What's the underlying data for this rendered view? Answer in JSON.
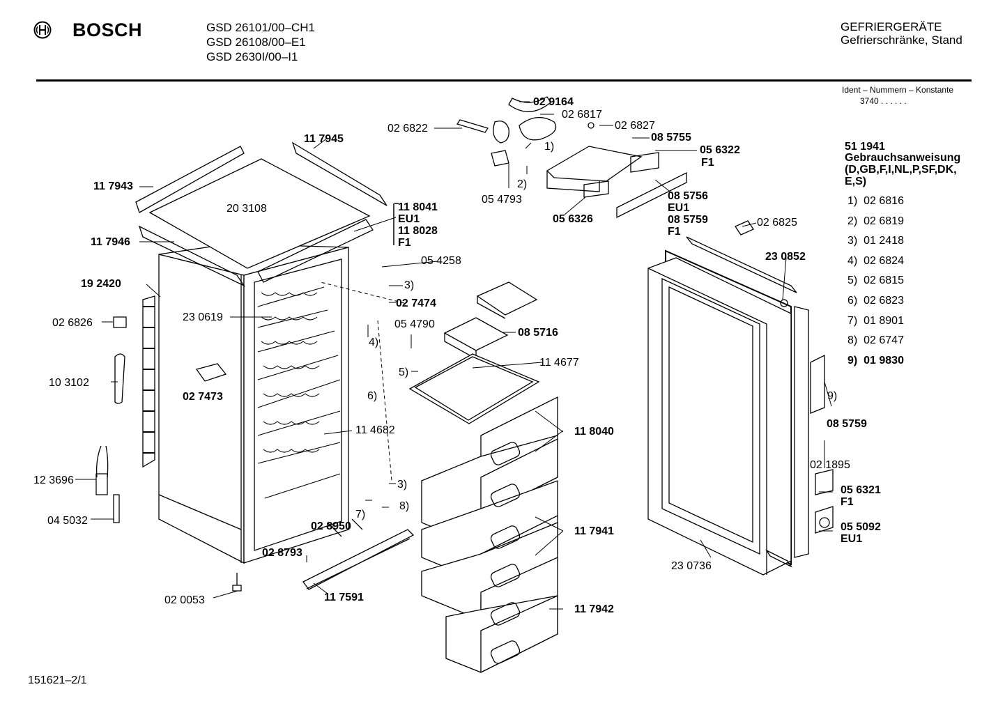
{
  "header": {
    "brand": "BOSCH",
    "models": [
      "GSD 26101/00–CH1",
      "GSD 26108/00–E1",
      "GSD 2630I/00–I1"
    ],
    "category": "GEFRIERGERÄTE",
    "subcategory": "Gefrierschränke, Stand"
  },
  "ident": {
    "title": "Ident – Nummern – Konstante",
    "value": "3740 . . . . . ."
  },
  "manual": {
    "number": "51 1941",
    "title": "Gebrauchsanweisung",
    "languages": "(D,GB,F,I,NL,P,SF,DK,",
    "languages2": "E,S)"
  },
  "small_parts": [
    {
      "n": "1)",
      "code": "02 6816"
    },
    {
      "n": "2)",
      "code": "02 6819"
    },
    {
      "n": "3)",
      "code": "01 2418"
    },
    {
      "n": "4)",
      "code": "02 6824"
    },
    {
      "n": "5)",
      "code": "02 6815"
    },
    {
      "n": "6)",
      "code": "02 6823"
    },
    {
      "n": "7)",
      "code": "01 8901"
    },
    {
      "n": "8)",
      "code": "02 6747"
    },
    {
      "n": "9)",
      "code": "01 9830"
    }
  ],
  "labels": {
    "p029164": "02 9164",
    "p026817": "02 6817",
    "p026822": "02 6822",
    "p026827": "02 6827",
    "p085755": "08 5755",
    "p056322": "05 6322",
    "f1a": "F1",
    "n1": "1)",
    "n2": "2)",
    "p054793": "05 4793",
    "p085756": "08 5756",
    "eu1a": "EU1",
    "p085759a": "08 5759",
    "f1b": "F1",
    "p056326": "05 6326",
    "p117945": "11 7945",
    "p117943": "11 7943",
    "p203108": "20 3108",
    "p118041": "11 8041",
    "eu1b": "EU1",
    "p118028": "11 8028",
    "f1c": "F1",
    "p117946": "11 7946",
    "p054258": "05 4258",
    "n3a": "3)",
    "p192420": "19 2420",
    "p027474": "02 7474",
    "p230619": "23 0619",
    "p026826": "02 6826",
    "n4": "4)",
    "p054790": "05 4790",
    "p085716": "08 5716",
    "p103102": "10 3102",
    "p114677": "11 4677",
    "n5": "5)",
    "n6": "6)",
    "p027473": "02 7473",
    "p114682": "11 4682",
    "p118040": "11 8040",
    "p123696": "12 3696",
    "n3b": "3)",
    "n7": "7)",
    "n8": "8)",
    "p045032": "04 5032",
    "p028950": "02 8950",
    "p117941": "11 7941",
    "p028793": "02 8793",
    "p117591": "11 7591",
    "p020053": "02 0053",
    "p117942": "11 7942",
    "p026825": "02 6825",
    "p230852": "23 0852",
    "n9": "9)",
    "p085759b": "08 5759",
    "p021895": "02 1895",
    "p056321": "05 6321",
    "f1d": "F1",
    "p055092": "05 5092",
    "eu1c": "EU1",
    "p230736": "23 0736"
  },
  "footer": "151621–2/1"
}
